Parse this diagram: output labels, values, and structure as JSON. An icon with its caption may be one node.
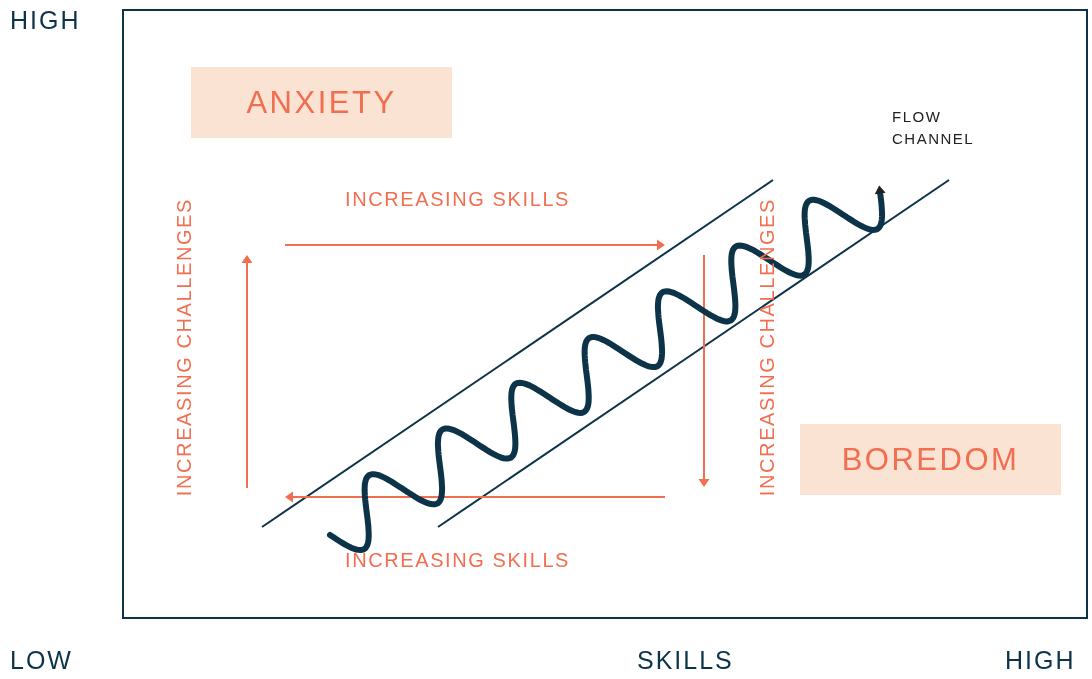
{
  "diagram": {
    "nodes": [
      {
        "text": [
          "ANXIETY"
        ]
      },
      {
        "text": [
          "BOREDOM"
        ]
      }
    ],
    "labels": [
      "HIGH",
      "FLOW CHANNEL",
      "INCREASING SKILLS",
      "INCREASING CHALLENGES",
      "INCREASING CHALLENGES",
      "INCREASING SKILLS",
      "LOW",
      "SKILLS",
      "HIGH"
    ]
  }
}
